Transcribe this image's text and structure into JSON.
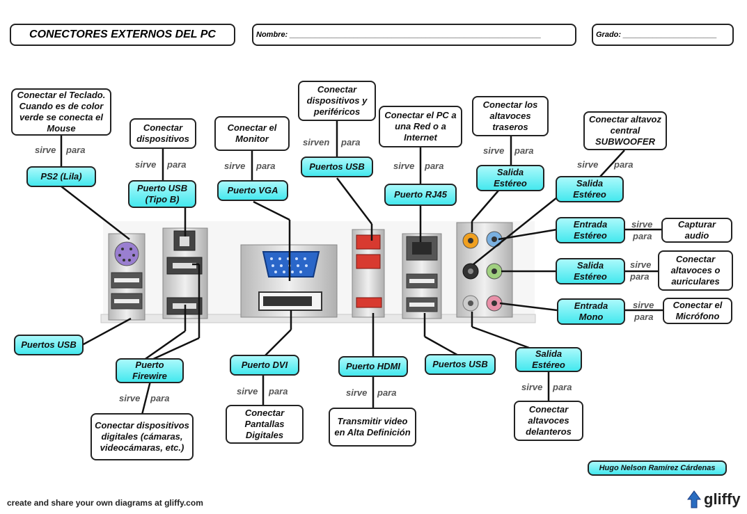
{
  "header": {
    "title": "CONECTORES EXTERNOS DEL PC",
    "nombre_label": "Nombre: ___________________________________________________________",
    "grado_label": "Grado: ______________________"
  },
  "connector_label": "sirve",
  "connector_label_plural": "sirven",
  "connector_para": "para",
  "ports": {
    "ps2": "PS2 (Lila)",
    "usb_b": "Puerto USB (Tipo B)",
    "vga": "Puerto VGA",
    "usb_top": "Puertos USB",
    "rj45": "Puerto RJ45",
    "salida_traseros": "Salida Estéreo",
    "salida_sub": "Salida Estéreo",
    "entrada_estereo": "Entrada Estéreo",
    "salida_estereo": "Salida Estéreo",
    "entrada_mono": "Entrada Mono",
    "usb_left": "Puertos USB",
    "firewire": "Puerto Firewire",
    "dvi": "Puerto DVI",
    "hdmi": "Puerto HDMI",
    "usb_bottom": "Puertos USB",
    "salida_delanteros": "Salida Estéreo"
  },
  "uses": {
    "ps2": "Conectar el Teclado. Cuando es de color verde se conecta el Mouse",
    "usb_b": "Conectar dispositivos",
    "vga": "Conectar el Monitor",
    "usb_top": "Conectar dispositivos y periféricos",
    "rj45": "Conectar el PC a una Red o a Internet",
    "salida_traseros": "Conectar los altavoces traseros",
    "salida_sub": "Conectar altavoz central SUBWOOFER",
    "entrada_estereo": "Capturar audio",
    "salida_estereo": "Conectar altavoces o auriculares",
    "entrada_mono": "Conectar el Micrófono",
    "firewire": "Conectar dispositivos digitales (cámaras, videocámaras, etc.)",
    "dvi": "Conectar Pantallas Digitales",
    "hdmi": "Transmitir video en  Alta Definición",
    "salida_delanteros": "Conectar altavoces delanteros"
  },
  "author": "Hugo Nelson Ramírez Cárdenas",
  "footer": "create and share your own diagrams at gliffy.com",
  "logo": "gliffy",
  "colors": {
    "port_box": "#4eeef2",
    "ps2_port": "#9a7fd0",
    "audio_orange": "#f0a020",
    "audio_blue": "#7ab0e0",
    "audio_green": "#a0d080",
    "audio_pink": "#e890a8",
    "vga_blue": "#2a66c8",
    "red_ports": "#d83a30"
  }
}
